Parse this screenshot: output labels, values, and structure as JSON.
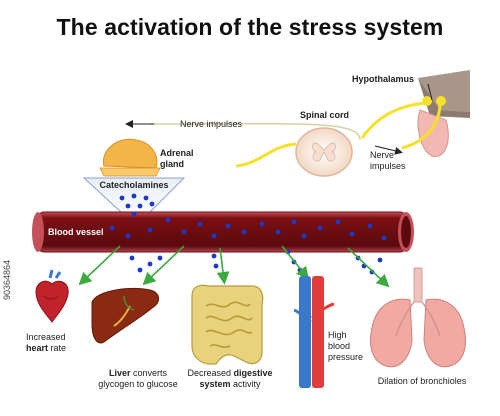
{
  "title": "The activation of the stress system",
  "labels": {
    "hypothalamus": "Hypothalamus",
    "spinal_cord": "Spinal cord",
    "nerve_impulses_top": "Nerve impulses",
    "nerve_impulses_right": "Nerve\nimpulses",
    "adrenal_gland": "Adrenal\ngland",
    "catecholamines": "Catecholamines",
    "blood_vessel": "Blood vessel"
  },
  "effects": {
    "heart": {
      "pre": "Increased",
      "bold": "heart",
      "post": "rate"
    },
    "liver": {
      "bold": "Liver",
      "rest": "converts",
      "line2": "glycogen to glucose"
    },
    "digestive": {
      "pre": "Decreased",
      "bold": "digestive",
      "line2_bold": "system",
      "line2": "activity"
    },
    "pressure": {
      "text": "High\nblood\npressure"
    },
    "lungs": {
      "text": "Dilation of bronchioles"
    }
  },
  "watermark_id": "90364864",
  "colors": {
    "vessel": "#7a0f14",
    "vessel_edge": "#c4515a",
    "nerve": "#f5e12a",
    "dots": "#1b39c9",
    "arrow": "#3aa93f",
    "adrenal": "#f3b547",
    "liver": "#8b2a12",
    "heart": "#c0232c",
    "intestine": "#e9d27c",
    "lung": "#f1a9a4",
    "artery": "#e23b3b",
    "vein": "#3a78c9"
  }
}
